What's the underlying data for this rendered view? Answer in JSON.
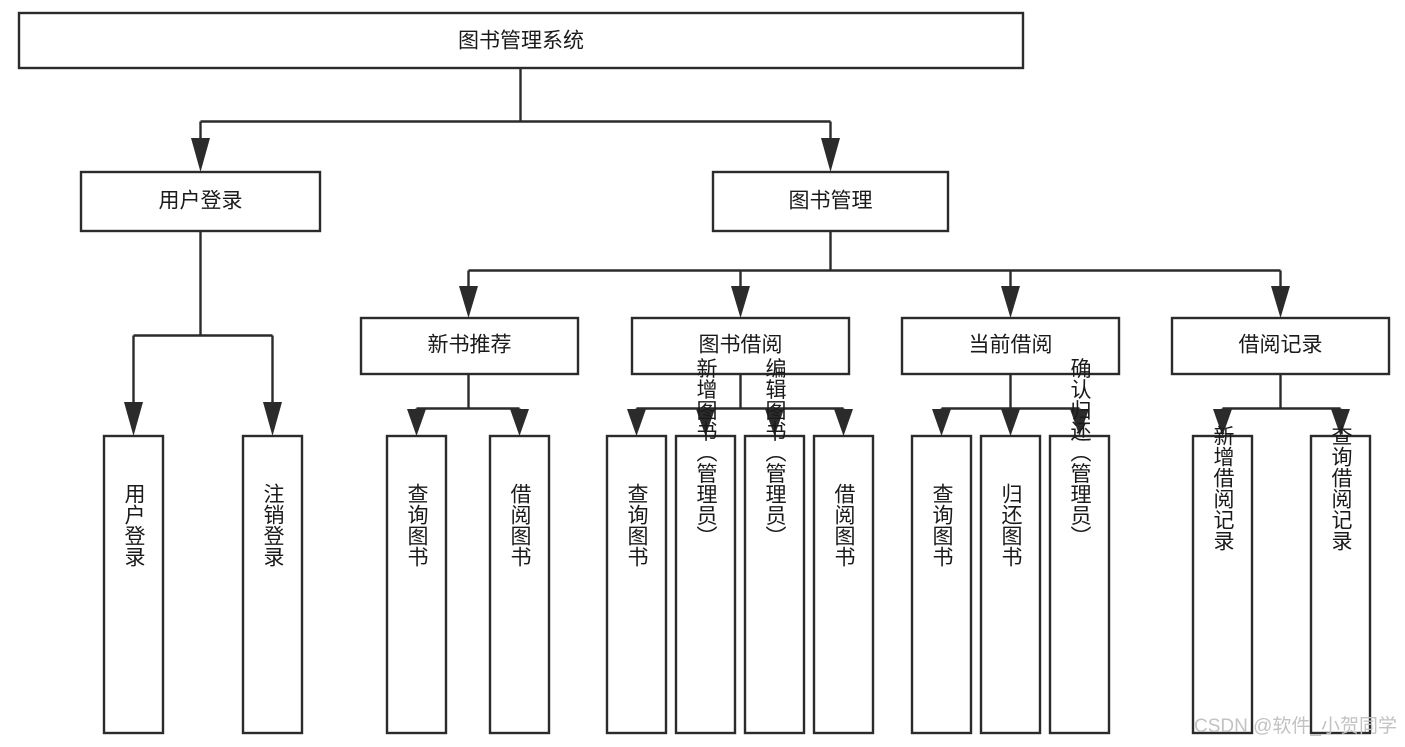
{
  "diagram": {
    "title": "图书管理系统",
    "type": "tree",
    "levels": 4,
    "root": {
      "id": "root",
      "label": "图书管理系统",
      "orientation": "horizontal"
    },
    "level2": [
      {
        "id": "user-login",
        "label": "用户登录",
        "orientation": "horizontal"
      },
      {
        "id": "book-manage",
        "label": "图书管理",
        "orientation": "horizontal"
      }
    ],
    "level3": [
      {
        "id": "new-book-recommend",
        "label": "新书推荐",
        "orientation": "horizontal",
        "parent": "book-manage"
      },
      {
        "id": "book-borrow",
        "label": "图书借阅",
        "orientation": "horizontal",
        "parent": "book-manage"
      },
      {
        "id": "current-borrow",
        "label": "当前借阅",
        "orientation": "horizontal",
        "parent": "book-manage"
      },
      {
        "id": "borrow-record",
        "label": "借阅记录",
        "orientation": "horizontal",
        "parent": "book-manage"
      }
    ],
    "leaves": {
      "user-login": [
        {
          "id": "leaf-user-login",
          "label": "用户登录",
          "orientation": "vertical"
        },
        {
          "id": "leaf-logout",
          "label": "注销登录",
          "orientation": "vertical"
        }
      ],
      "new-book-recommend": [
        {
          "id": "leaf-query-book-1",
          "label": "查询图书",
          "orientation": "vertical"
        },
        {
          "id": "leaf-borrow-book-1",
          "label": "借阅图书",
          "orientation": "vertical"
        }
      ],
      "book-borrow": [
        {
          "id": "leaf-query-book-2",
          "label": "查询图书",
          "orientation": "vertical"
        },
        {
          "id": "leaf-add-book",
          "label": "新增图书（管理员）",
          "orientation": "vertical"
        },
        {
          "id": "leaf-edit-book",
          "label": "编辑图书（管理员）",
          "orientation": "vertical"
        },
        {
          "id": "leaf-borrow-book-2",
          "label": "借阅图书",
          "orientation": "vertical"
        }
      ],
      "current-borrow": [
        {
          "id": "leaf-query-book-3",
          "label": "查询图书",
          "orientation": "vertical"
        },
        {
          "id": "leaf-return-book",
          "label": "归还图书",
          "orientation": "vertical"
        },
        {
          "id": "leaf-confirm-return",
          "label": "确认归还（管理员）",
          "orientation": "vertical"
        }
      ],
      "borrow-record": [
        {
          "id": "leaf-add-record",
          "label": "新增借阅记录",
          "orientation": "vertical"
        },
        {
          "id": "leaf-query-record",
          "label": "查询借阅记录",
          "orientation": "vertical"
        }
      ]
    }
  },
  "watermark": {
    "text": "CSDN @软件_小贺同学"
  },
  "colors": {
    "stroke": "#2b2b2b",
    "fill": "#ffffff",
    "text": "#1a1a1a",
    "watermark": "#c2c2c2",
    "background": "#ffffff"
  }
}
